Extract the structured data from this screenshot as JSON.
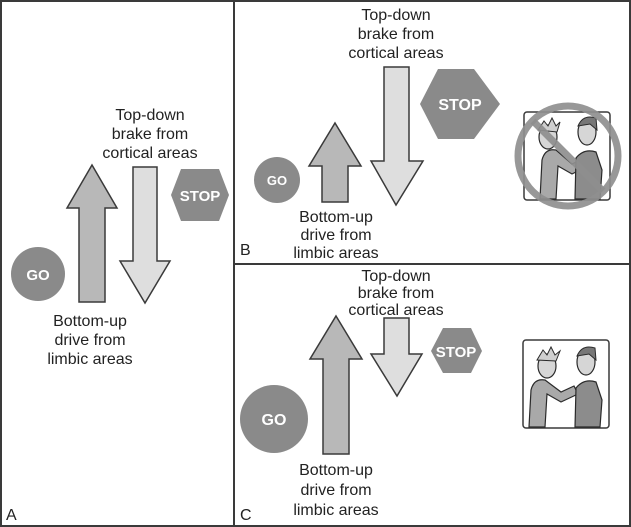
{
  "panels": {
    "A": {
      "letter": "A",
      "top_down": [
        "Top-down",
        "brake from",
        "cortical areas"
      ],
      "bottom_up": [
        "Bottom-up",
        "drive from",
        "limbic areas"
      ],
      "go": "GO",
      "stop": "STOP"
    },
    "B": {
      "letter": "B",
      "top_down": [
        "Top-down",
        "brake from",
        "cortical areas"
      ],
      "bottom_up": [
        "Bottom-up",
        "drive from",
        "limbic areas"
      ],
      "go": "GO",
      "stop": "STOP",
      "scene": "prohibited-altercation"
    },
    "C": {
      "letter": "C",
      "top_down": [
        "Top-down",
        "brake from",
        "cortical areas"
      ],
      "bottom_up": [
        "Bottom-up",
        "drive from",
        "limbic areas"
      ],
      "go": "GO",
      "stop": "STOP",
      "scene": "altercation"
    }
  },
  "colors": {
    "border": "#3a3a3a",
    "up_arrow": "#b8b8b8",
    "down_arrow": "#dedede",
    "sign": "#8a8a8a",
    "no_symbol": "#8f8f8f"
  }
}
